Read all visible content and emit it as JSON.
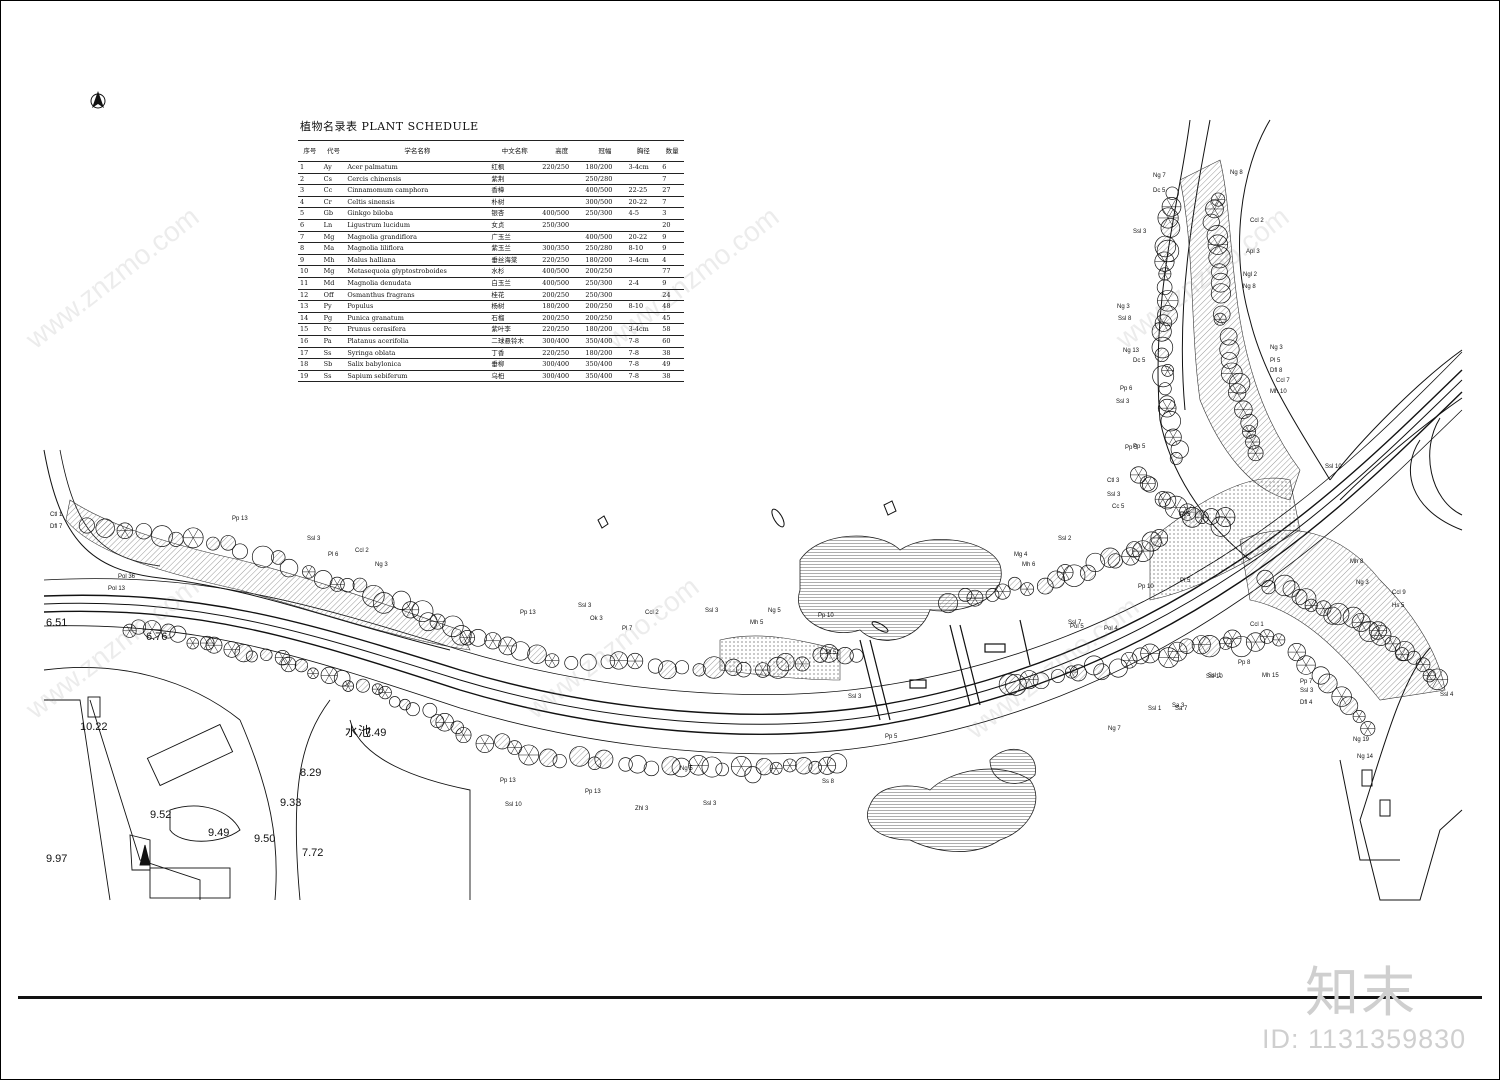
{
  "schedule": {
    "title": "植物名录表 PLANT SCHEDULE",
    "headers": [
      "序号",
      "代号",
      "学名名称",
      "中文名称",
      "高度",
      "冠幅",
      "胸径",
      "数量"
    ],
    "rows": [
      [
        "1",
        "Ay",
        "Acer palmatum",
        "红枫",
        "220/250",
        "180/200",
        "3-4cm",
        "6"
      ],
      [
        "2",
        "Cs",
        "Cercis chinensis",
        "紫荆",
        "",
        "250/280",
        "",
        "7"
      ],
      [
        "3",
        "Cc",
        "Cinnamomum camphora",
        "香樟",
        "",
        "400/500",
        "22-25",
        "27"
      ],
      [
        "4",
        "Cr",
        "Celtis sinensis",
        "朴树",
        "",
        "300/500",
        "20-22",
        "7"
      ],
      [
        "5",
        "Gb",
        "Ginkgo biloba",
        "银杏",
        "400/500",
        "250/300",
        "4-5",
        "3"
      ],
      [
        "6",
        "Ln",
        "Ligustrum lucidum",
        "女贞",
        "250/300",
        "",
        "",
        "20"
      ],
      [
        "7",
        "Mg",
        "Magnolia grandiflora",
        "广玉兰",
        "",
        "400/500",
        "20-22",
        "9"
      ],
      [
        "8",
        "Ma",
        "Magnolia liliflora",
        "紫玉兰",
        "300/350",
        "250/280",
        "8-10",
        "9"
      ],
      [
        "9",
        "Mh",
        "Malus halliana",
        "垂丝海棠",
        "220/250",
        "180/200",
        "3-4cm",
        "4"
      ],
      [
        "10",
        "Mg",
        "Metasequoia glyptostroboides",
        "水杉",
        "400/500",
        "200/250",
        "",
        "77"
      ],
      [
        "11",
        "Md",
        "Magnolia denudata",
        "白玉兰",
        "400/500",
        "250/300",
        "2-4",
        "9"
      ],
      [
        "12",
        "Off",
        "Osmanthus fragrans",
        "桂花",
        "200/250",
        "250/300",
        "",
        "24"
      ],
      [
        "13",
        "Py",
        "Populus",
        "杨树",
        "180/200",
        "200/250",
        "8-10",
        "48"
      ],
      [
        "14",
        "Pg",
        "Punica granatum",
        "石榴",
        "200/250",
        "200/250",
        "",
        "45"
      ],
      [
        "15",
        "Pc",
        "Prunus cerasifera",
        "紫叶李",
        "220/250",
        "180/200",
        "3-4cm",
        "58"
      ],
      [
        "16",
        "Pa",
        "Platanus acerifolia",
        "二球悬铃木",
        "300/400",
        "350/400",
        "7-8",
        "60"
      ],
      [
        "17",
        "Ss",
        "Syringa oblata",
        "丁香",
        "220/250",
        "180/200",
        "7-8",
        "38"
      ],
      [
        "18",
        "Sb",
        "Salix babylonica",
        "垂柳",
        "300/400",
        "350/400",
        "7-8",
        "49"
      ],
      [
        "19",
        "Ss",
        "Sapium sebiferum",
        "乌桕",
        "300/400",
        "350/400",
        "7-8",
        "38"
      ]
    ]
  },
  "plan": {
    "tree_labels": [
      "Pp 13",
      "Ssl 3",
      "Pl 6",
      "Ccl 2",
      "Ng 3",
      "Pp 13",
      "Ssl 3",
      "Ok 3",
      "Pl 7",
      "Ccl 2",
      "Ssl 3",
      "Mh 5",
      "Ng 5",
      "Pp 10",
      "Pl 5",
      "Ssl 3",
      "Pp 13",
      "Ng 5",
      "Ssl 10",
      "Pp 5",
      "Ss 8",
      "Ssl 2",
      "Mg 4",
      "Mh 6",
      "Ssl 7",
      "Pol 5",
      "Pl 5",
      "Pol 4",
      "Pl 5",
      "Sa 7",
      "Ssl 1",
      "Ng 7",
      "Pp 10",
      "Ssl 1",
      "Pp 5",
      "Dc 5",
      "Ng 7",
      "Ng 8",
      "Ccl 2",
      "Ssl 3",
      "Apl 3",
      "Ngl 2",
      "Ng 8",
      "Ng 3",
      "Ssl 8",
      "Ng 13",
      "Dc 5",
      "Pp 6",
      "Ssl 3",
      "Pp 5",
      "Ng 3",
      "Pl 5",
      "Dfl 8",
      "Ccl 7",
      "Mh 10",
      "Ssl 10",
      "Ctl 3",
      "Ssl 3",
      "Cc 5",
      "Mh 8",
      "Ng 3",
      "Ccl 9",
      "Hs 5",
      "Ccl 1",
      "Pp 8",
      "Mh 15",
      "Pp 7",
      "Ssl 3",
      "Dfl 4",
      "Pol 36",
      "Pol 13",
      "Ctl 1",
      "Dfl 7",
      "Ng 14",
      "Ssl 4",
      "Ng 19",
      "Sa 3",
      "Ssl 10",
      "Pp 13",
      "Zhl 3",
      "Ssl 3"
    ],
    "elevations": [
      "6.51",
      "6.76",
      "10.22",
      "9.52",
      "9.49",
      "9.50",
      "9.33",
      "8.29",
      "7.49",
      "7.72",
      "9.97"
    ],
    "road_text": "水池"
  },
  "watermarks": {
    "diagonal": "www.znzmo.com",
    "brand": "知末",
    "id": "ID: 1131359830"
  }
}
